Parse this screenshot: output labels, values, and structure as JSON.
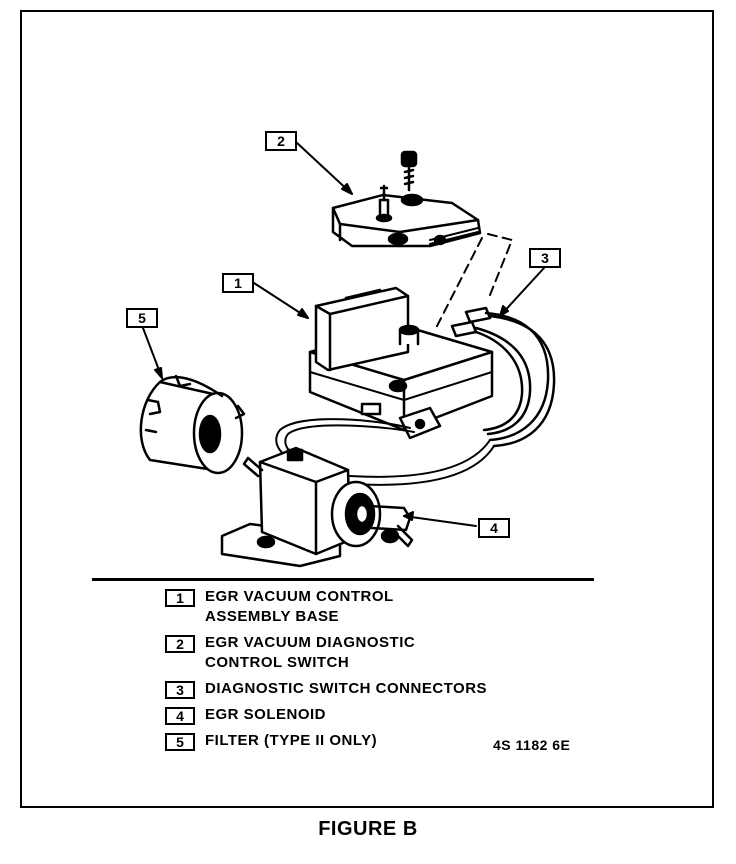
{
  "callouts": [
    "1",
    "2",
    "3",
    "4",
    "5"
  ],
  "legend": [
    {
      "num": "1",
      "text": "EGR VACUUM CONTROL\nASSEMBLY BASE"
    },
    {
      "num": "2",
      "text": "EGR VACUUM DIAGNOSTIC\nCONTROL SWITCH"
    },
    {
      "num": "3",
      "text": "DIAGNOSTIC SWITCH CONNECTORS"
    },
    {
      "num": "4",
      "text": "EGR SOLENOID"
    },
    {
      "num": "5",
      "text": "FILTER (TYPE II ONLY)"
    }
  ],
  "part_code": "4S 1182 6E",
  "caption": "FIGURE B"
}
